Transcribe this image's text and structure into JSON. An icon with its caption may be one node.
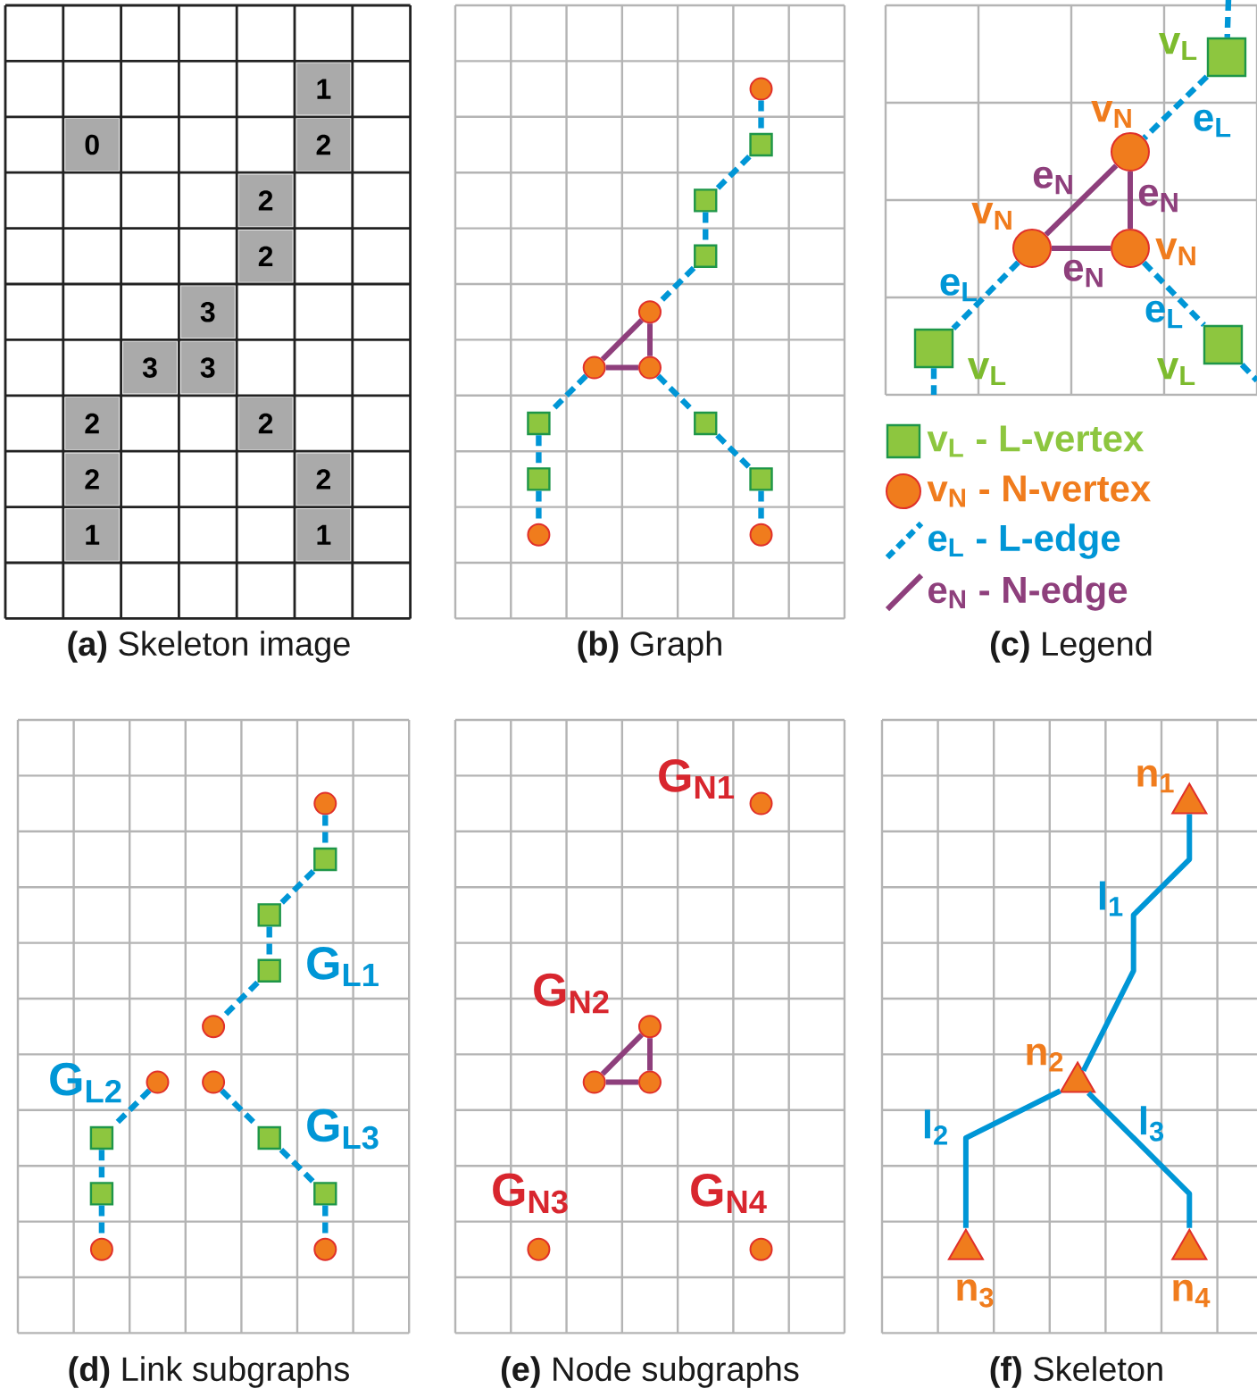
{
  "diagram": {
    "nodes": [
      {
        "text": [
          "1"
        ]
      },
      {
        "text": [
          "0"
        ]
      },
      {
        "text": [
          "2"
        ]
      },
      {
        "text": [
          "2"
        ]
      },
      {
        "text": [
          "2"
        ]
      },
      {
        "text": [
          "3"
        ]
      },
      {
        "text": [
          "3"
        ]
      },
      {
        "text": [
          "3"
        ]
      },
      {
        "text": [
          "2"
        ]
      },
      {
        "text": [
          "2"
        ]
      },
      {
        "text": [
          "2"
        ]
      },
      {
        "text": [
          "2"
        ]
      },
      {
        "text": [
          "1"
        ]
      },
      {
        "text": [
          "1"
        ]
      },
      {
        "text": [],
        "shape": "circle"
      },
      {
        "text": [],
        "shape": "box"
      },
      {
        "text": [],
        "shape": "box"
      },
      {
        "text": [],
        "shape": "box"
      },
      {
        "text": [],
        "shape": "circle"
      },
      {
        "text": [],
        "shape": "circle"
      },
      {
        "text": [],
        "shape": "circle"
      },
      {
        "text": [],
        "shape": "box"
      },
      {
        "text": [],
        "shape": "box"
      },
      {
        "text": [],
        "shape": "box"
      },
      {
        "text": [],
        "shape": "box"
      },
      {
        "text": [],
        "shape": "circle"
      },
      {
        "text": [],
        "shape": "circle"
      },
      {
        "text": [],
        "shape": "box",
        "beside": [
          "v$_{L}$"
        ]
      },
      {
        "text": [],
        "shape": "circle",
        "beside": [
          "v$_{N}$"
        ]
      },
      {
        "text": [],
        "shape": "circle",
        "beside": [
          "v$_{N}$"
        ]
      },
      {
        "text": [],
        "shape": "circle",
        "beside": [
          "v$_{N}$"
        ]
      },
      {
        "text": [],
        "shape": "box",
        "beside": [
          "v$_{L}$"
        ]
      },
      {
        "text": [],
        "shape": "box",
        "beside": [
          "v$_{L}$"
        ]
      },
      {
        "text": [],
        "shape": "circle"
      },
      {
        "text": [],
        "shape": "box"
      },
      {
        "text": [],
        "shape": "box"
      },
      {
        "text": [],
        "shape": "box"
      },
      {
        "text": [],
        "shape": "circle"
      },
      {
        "text": [],
        "shape": "circle"
      },
      {
        "text": [],
        "shape": "circle"
      },
      {
        "text": [],
        "shape": "box"
      },
      {
        "text": [],
        "shape": "box"
      },
      {
        "text": [],
        "shape": "box"
      },
      {
        "text": [],
        "shape": "box"
      },
      {
        "text": [],
        "shape": "circle"
      },
      {
        "text": [],
        "shape": "circle"
      },
      {
        "text": [],
        "shape": "circle"
      },
      {
        "text": [],
        "shape": "circle"
      },
      {
        "text": [],
        "shape": "circle"
      },
      {
        "text": [],
        "shape": "circle"
      },
      {
        "text": [],
        "shape": "circle"
      },
      {
        "text": [],
        "shape": "circle"
      },
      {
        "text": [],
        "shape": "triangle",
        "beside": [
          "n$_{1}$"
        ]
      },
      {
        "text": [],
        "shape": "triangle",
        "beside": [
          "n$_{2}$"
        ]
      },
      {
        "text": [],
        "shape": "triangle",
        "beside": [
          "n$_{3}$"
        ]
      },
      {
        "text": [],
        "shape": "triangle",
        "beside": [
          "n$_{4}$"
        ]
      }
    ],
    "edges": [
      {
        "from": 14,
        "to": 15,
        "arrow": "none",
        "style": "dashed"
      },
      {
        "from": 15,
        "to": 16,
        "arrow": "none",
        "style": "dashed"
      },
      {
        "from": 16,
        "to": 17,
        "arrow": "none",
        "style": "dashed"
      },
      {
        "from": 17,
        "to": 18,
        "arrow": "none",
        "style": "dashed"
      },
      {
        "from": 18,
        "to": 19,
        "arrow": "none",
        "color": "#8e3f7c"
      },
      {
        "from": 18,
        "to": 20,
        "arrow": "none",
        "color": "#8e3f7c"
      },
      {
        "from": 19,
        "to": 20,
        "arrow": "none",
        "color": "#8e3f7c"
      },
      {
        "from": 19,
        "to": 21,
        "arrow": "none",
        "style": "dashed"
      },
      {
        "from": 21,
        "to": 23,
        "arrow": "none",
        "style": "dashed"
      },
      {
        "from": 23,
        "to": 25,
        "arrow": "none",
        "style": "dashed"
      },
      {
        "from": 20,
        "to": 22,
        "arrow": "none",
        "style": "dashed"
      },
      {
        "from": 22,
        "to": 24,
        "arrow": "none",
        "style": "dashed"
      },
      {
        "from": 24,
        "to": 26,
        "arrow": "none",
        "style": "dashed"
      },
      {
        "from": null,
        "to": 27,
        "arrow": "none",
        "style": "dashed"
      },
      {
        "from": 27,
        "to": 28,
        "arrow": "none",
        "style": "dashed",
        "label": "e$_{L}$"
      },
      {
        "from": 28,
        "to": 29,
        "arrow": "none",
        "color": "#8e3f7c",
        "label": "e$_{N}$"
      },
      {
        "from": 28,
        "to": 30,
        "arrow": "none",
        "color": "#8e3f7c",
        "label": "e$_{N}$"
      },
      {
        "from": 29,
        "to": 30,
        "arrow": "none",
        "color": "#8e3f7c",
        "label": "e$_{N}$"
      },
      {
        "from": 29,
        "to": 31,
        "arrow": "none",
        "style": "dashed",
        "label": "e$_{L}$"
      },
      {
        "from": 30,
        "to": 32,
        "arrow": "none",
        "style": "dashed",
        "label": "e$_{L}$"
      },
      {
        "from": 31,
        "to": null,
        "arrow": "none",
        "style": "dashed"
      },
      {
        "from": 32,
        "to": null,
        "arrow": "none",
        "style": "dashed"
      },
      {
        "from": 33,
        "to": 34,
        "arrow": "none",
        "style": "dashed"
      },
      {
        "from": 34,
        "to": 35,
        "arrow": "none",
        "style": "dashed"
      },
      {
        "from": 35,
        "to": 36,
        "arrow": "none",
        "style": "dashed"
      },
      {
        "from": 36,
        "to": 37,
        "arrow": "none",
        "style": "dashed"
      },
      {
        "from": 38,
        "to": 40,
        "arrow": "none",
        "style": "dashed"
      },
      {
        "from": 40,
        "to": 42,
        "arrow": "none",
        "style": "dashed"
      },
      {
        "from": 42,
        "to": 44,
        "arrow": "none",
        "style": "dashed"
      },
      {
        "from": 39,
        "to": 41,
        "arrow": "none",
        "style": "dashed"
      },
      {
        "from": 41,
        "to": 43,
        "arrow": "none",
        "style": "dashed"
      },
      {
        "from": 43,
        "to": 45,
        "arrow": "none",
        "style": "dashed"
      },
      {
        "from": 47,
        "to": 48,
        "arrow": "none",
        "color": "#8e3f7c"
      },
      {
        "from": 47,
        "to": 49,
        "arrow": "none",
        "color": "#8e3f7c"
      },
      {
        "from": 48,
        "to": 49,
        "arrow": "none",
        "color": "#8e3f7c"
      },
      {
        "from": 52,
        "to": 53,
        "arrow": "none",
        "label": "l$_{1}$"
      },
      {
        "from": 53,
        "to": 54,
        "arrow": "none",
        "label": "l$_{2}$"
      },
      {
        "from": 53,
        "to": 55,
        "arrow": "none",
        "label": "l$_{3}$"
      }
    ],
    "labels": [
      "**(a)** Skeleton image",
      "**(b)** Graph",
      "**(c)** Legend",
      "G$_{N1}$",
      "G$_{L1}$",
      "G$_{N2}$",
      "G$_{L2}$",
      "G$_{L3}$",
      "G$_{N3}$",
      "G$_{N4}$",
      "**(d)** Link subgraphs",
      "**(e)** Node subgraphs",
      "**(f)** Skeleton"
    ],
    "legend": [
      {
        "text": "v$_{L}$ - L-vertex",
        "color": "#8dc63f"
      },
      {
        "text": "v$_{N}$ - N-vertex",
        "color": "#f07c1d"
      },
      {
        "text": "e$_{L}$ - L-edge"
      },
      {
        "text": "e$_{N}$ - N-edge"
      }
    ]
  }
}
